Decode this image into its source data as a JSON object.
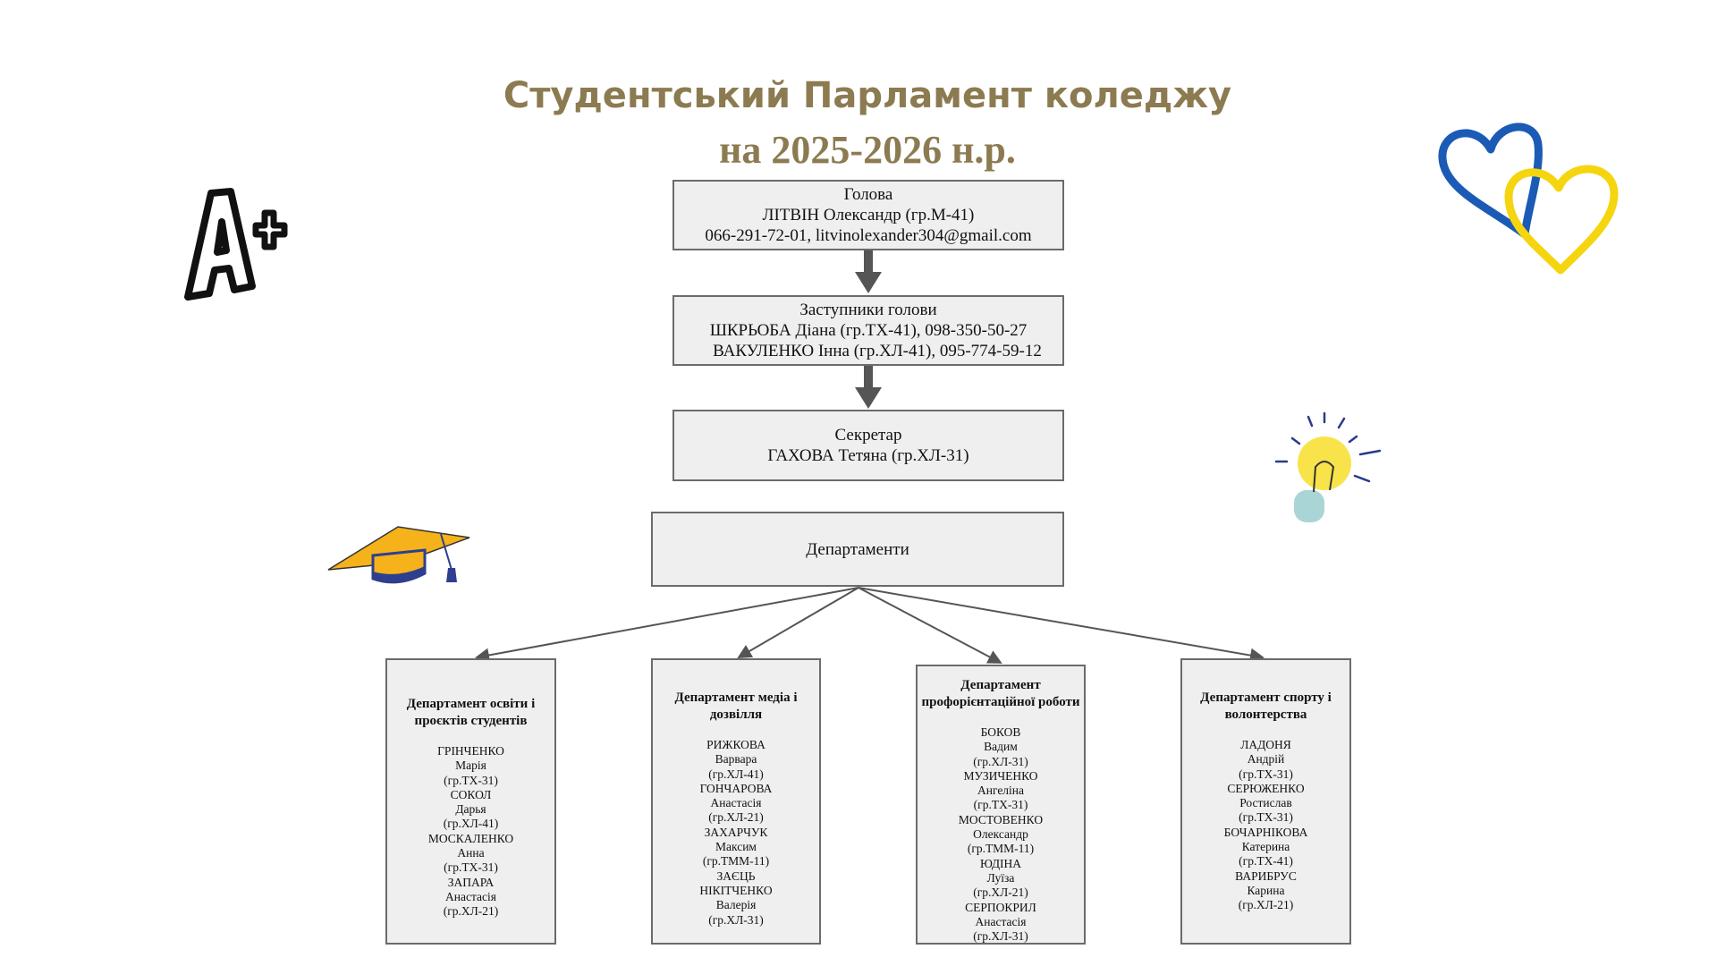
{
  "title": {
    "line1": "Студентський Парламент коледжу",
    "line2": "на 2025-2026 н.р."
  },
  "head": {
    "role": "Голова",
    "name": "ЛІТВІН Олександр (гр.М-41)",
    "contact": "066-291-72-01, litvinolexander304@gmail.com"
  },
  "deputies": {
    "role": "Заступники голови",
    "lines": [
      "ШКРЬОБА Діана (гр.ТХ-41), 098-350-50-27",
      "ВАКУЛЕНКО Інна (гр.ХЛ-41), 095-774-59-12"
    ]
  },
  "secretary": {
    "role": "Секретар",
    "name": "ГАХОВА Тетяна (гр.ХЛ-31)"
  },
  "departments_label": "Департаменти",
  "departments": [
    {
      "title": "Департамент освіти і проєктів студентів",
      "members": [
        "ГРІНЧЕНКО",
        "Марія",
        "(гр.ТХ-31)",
        "СОКОЛ",
        "Дарья",
        "(гр.ХЛ-41)",
        "МОСКАЛЕНКО",
        "Анна",
        "(гр.ТХ-31)",
        "ЗАПАРА",
        "Анастасія",
        "(гр.ХЛ-21)"
      ]
    },
    {
      "title": "Департамент медіа і дозвілля",
      "members": [
        "РИЖКОВА",
        "Варвара",
        "(гр.ХЛ-41)",
        "ГОНЧАРОВА",
        "Анастасія",
        "(гр.ХЛ-21)",
        "ЗАХАРЧУК",
        "Максим",
        "(гр.ТММ-11)",
        "ЗАЄЦЬ",
        "НІКІТЧЕНКО",
        "Валерія",
        "(гр.ХЛ-31)"
      ]
    },
    {
      "title": "Департамент профорієнтаційної роботи",
      "members": [
        "БОКОВ",
        "Вадим",
        "(гр.ХЛ-31)",
        "МУЗИЧЕНКО",
        "Ангеліна",
        "(гр.ТХ-31)",
        "МОСТОВЕНКО",
        "Олександр",
        "(гр.ТММ-11)",
        "ЮДІНА",
        "Луїза",
        "(гр.ХЛ-21)",
        "СЕРПОКРИЛ",
        "Анастасія",
        "(гр.ХЛ-31)"
      ]
    },
    {
      "title": "Департамент спорту і волонтерства",
      "members": [
        "ЛАДОНЯ",
        "Андрій",
        "(гр.ТХ-31)",
        "СЕРЮЖЕНКО",
        "Ростислав",
        "(гр.ТХ-31)",
        "БОЧАРНІКОВА",
        "Катерина",
        "(гр.ТХ-41)",
        "ВАРИБРУС",
        "Карина",
        "(гр.ХЛ-21)"
      ]
    }
  ],
  "colors": {
    "title": "#8c7b50",
    "box_fill": "#efefef",
    "border": "#6b6b6b",
    "blue": "#1b5bb5",
    "yellow": "#f5d50f"
  }
}
